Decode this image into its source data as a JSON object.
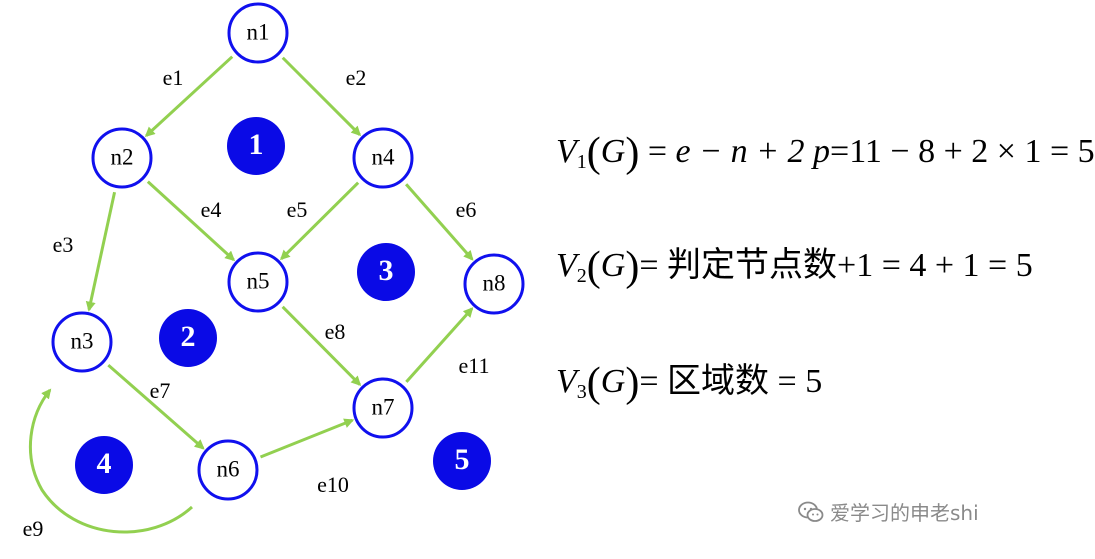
{
  "nodes": [
    {
      "id": "n1",
      "label": "n1"
    },
    {
      "id": "n2",
      "label": "n2"
    },
    {
      "id": "n3",
      "label": "n3"
    },
    {
      "id": "n4",
      "label": "n4"
    },
    {
      "id": "n5",
      "label": "n5"
    },
    {
      "id": "n6",
      "label": "n6"
    },
    {
      "id": "n7",
      "label": "n7"
    },
    {
      "id": "n8",
      "label": "n8"
    }
  ],
  "edges": [
    {
      "id": "e1",
      "label": "e1",
      "from": "n1",
      "to": "n2"
    },
    {
      "id": "e2",
      "label": "e2",
      "from": "n1",
      "to": "n4"
    },
    {
      "id": "e3",
      "label": "e3",
      "from": "n2",
      "to": "n3"
    },
    {
      "id": "e4",
      "label": "e4",
      "from": "n2",
      "to": "n5"
    },
    {
      "id": "e5",
      "label": "e5",
      "from": "n4",
      "to": "n5"
    },
    {
      "id": "e6",
      "label": "e6",
      "from": "n4",
      "to": "n8"
    },
    {
      "id": "e7",
      "label": "e7",
      "from": "n3",
      "to": "n6"
    },
    {
      "id": "e8",
      "label": "e8",
      "from": "n5",
      "to": "n7"
    },
    {
      "id": "e9",
      "label": "e9",
      "from": "n6",
      "to": "n3"
    },
    {
      "id": "e10",
      "label": "e10",
      "from": "n6",
      "to": "n7"
    },
    {
      "id": "e11",
      "label": "e11",
      "from": "n7",
      "to": "n8"
    }
  ],
  "regions": [
    {
      "id": "r1",
      "label": "1"
    },
    {
      "id": "r2",
      "label": "2"
    },
    {
      "id": "r3",
      "label": "3"
    },
    {
      "id": "r4",
      "label": "4"
    },
    {
      "id": "r5",
      "label": "5"
    }
  ],
  "formulas": {
    "v1": {
      "symbol": "V",
      "sub": "1",
      "arg": "G",
      "rest_italic": "e − n + 2 p",
      "rest_plain": "=11 − 8 + 2 × 1 = 5"
    },
    "v2": {
      "symbol": "V",
      "sub": "2",
      "arg": "G",
      "rest_plain": "= 判定节点数+1 = 4 + 1 = 5"
    },
    "v3": {
      "symbol": "V",
      "sub": "3",
      "arg": "G",
      "rest_plain": "= 区域数 = 5"
    }
  },
  "watermark": {
    "text": "爱学习的申老shi",
    "icon": "wechat-icon"
  },
  "colors": {
    "node": "#1010ee",
    "edge": "#92d050",
    "region": "#0a0ae6",
    "text": "#000000",
    "watermark": "#8a8a8a"
  }
}
